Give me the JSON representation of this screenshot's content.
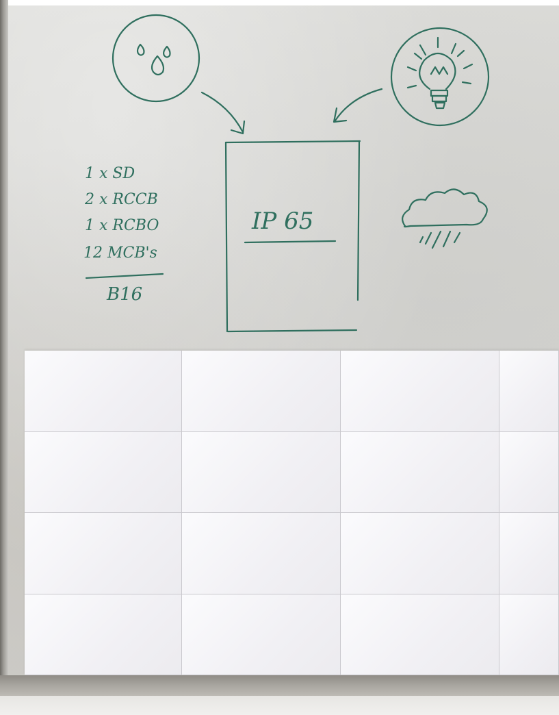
{
  "notes": {
    "line1": "1 x SD",
    "line2": "2 x RCCB",
    "line3": "1 x RCBO",
    "line4": "12 MCB's",
    "total": "B16"
  },
  "box_label": "IP 65",
  "icons": {
    "water": "water-drops-icon",
    "light": "lightbulb-icon",
    "rain": "rain-cloud-icon"
  },
  "colors": {
    "marker": "#2f6f5e",
    "concrete": "#d6d6d3",
    "tile": "#f4f3f6"
  },
  "tile_grid": {
    "rows": 4,
    "columns": 4
  }
}
